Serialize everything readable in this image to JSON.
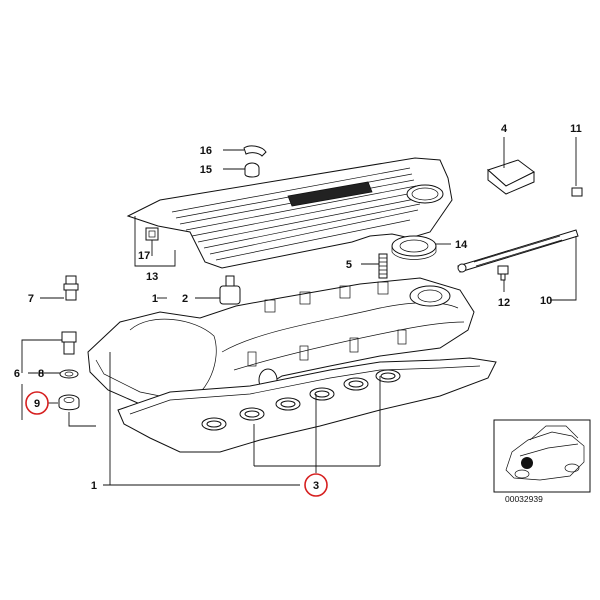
{
  "callouts": {
    "c1a": "1",
    "c1b": "1",
    "c2": "2",
    "c3": "3",
    "c4": "4",
    "c5": "5",
    "c6": "6",
    "c7": "7",
    "c8": "8",
    "c9": "9",
    "c10": "10",
    "c11": "11",
    "c12": "12",
    "c13": "13",
    "c14": "14",
    "c15": "15",
    "c16": "16",
    "c17": "17"
  },
  "highlighted": [
    "9",
    "3"
  ],
  "highlight_color": "#d61f1f",
  "reference_code": "00032939"
}
